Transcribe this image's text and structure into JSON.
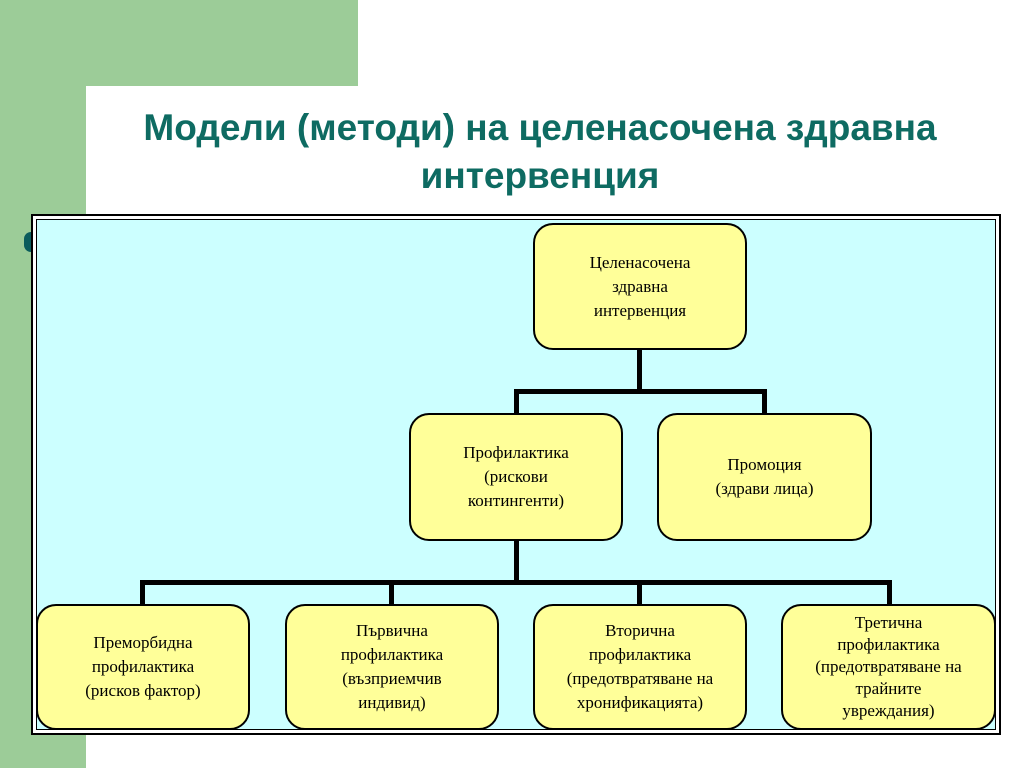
{
  "title": "Модели (методи) на целенасочена здравна интервенция",
  "diagram": {
    "root": "Целенасочена\nздравна\nинтервенция",
    "level2": [
      "Профилактика\n(рискови\nконтингенти)",
      "Промоция\n(здрави лица)"
    ],
    "level3": [
      "Преморбидна\nпрофилактика\n(рисков фактор)",
      "Първична\nпрофилактика\n(възприемчив\nиндивид)",
      "Вторична\nпрофилактика\n(предотвратяване на\nхронификацията)",
      "Третична\nпрофилактика\n(предотвратяване на\nтрайните\nувреждания)"
    ]
  }
}
